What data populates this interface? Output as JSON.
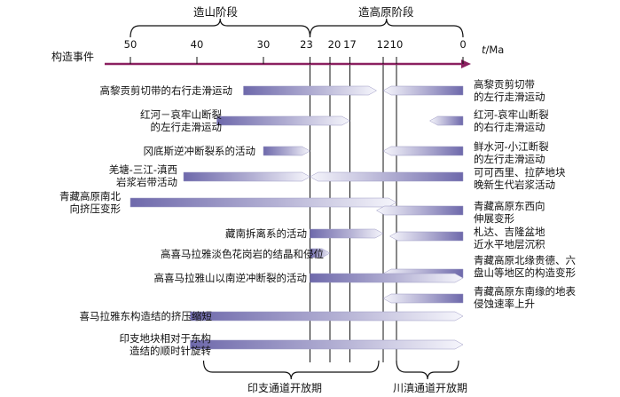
{
  "header": {
    "orogeny_stage": "造山阶段",
    "plateau_stage": "造高原阶段",
    "axis_label": "构造事件",
    "unit_var": "t",
    "unit_rest": "/Ma"
  },
  "ticks": [
    "50",
    "40",
    "30",
    "23",
    "20",
    "17",
    "12",
    "10",
    "0"
  ],
  "left_events": [
    [
      "高黎贡剪切带的右行走滑运动"
    ],
    [
      "红河－哀牢山断裂",
      "的左行走滑运动"
    ],
    [
      "冈底斯逆冲断裂系的活动"
    ],
    [
      "羌塘-三江-滇西",
      "岩浆岩带活动"
    ],
    [
      "青藏高原南北",
      "向挤压变形"
    ],
    [
      "藏南拆离系的活动"
    ],
    [
      "高喜马拉雅淡色花岗岩的结晶和侵位"
    ],
    [
      "高喜马拉雅山以南逆冲断裂的活动"
    ],
    [
      "喜马拉雅东构造结的挤压缩短"
    ],
    [
      "印支地块相对于东构",
      "造结的顺时针旋转"
    ]
  ],
  "right_events": [
    [
      "高黎贡剪切带",
      "的左行走滑运动"
    ],
    [
      "红河-哀牢山断裂",
      "的右行走滑运动"
    ],
    [
      "鲜水河-小江断裂",
      "的左行走滑运动"
    ],
    [
      "可可西里、拉萨地块",
      "晚新生代岩浆活动"
    ],
    [
      "青藏高原东西向",
      "伸展变形"
    ],
    [
      "札达、吉隆盆地",
      "近水平地层沉积"
    ],
    [
      "青藏高原北缘贵德、六",
      "盘山等地区的构造变形"
    ],
    [
      "青藏高原东南缘的地表",
      "侵蚀速率上升"
    ]
  ],
  "footer": {
    "indochina_channel": "印支通道开放期",
    "sichuan_channel": "川滇通道开放期"
  },
  "chart_data": {
    "type": "timeline",
    "x_unit": "Ma",
    "x_range": [
      52,
      0
    ],
    "stages": [
      {
        "name": "造山阶段",
        "from": 50,
        "to": 23
      },
      {
        "name": "造高原阶段",
        "from": 23,
        "to": 0
      }
    ],
    "channels": [
      {
        "name": "印支通道开放期",
        "from": 41,
        "to": 12
      },
      {
        "name": "川滇通道开放期",
        "from": 12,
        "to": 0
      }
    ],
    "events": [
      {
        "row": 0,
        "side": "left",
        "label": "高黎贡剪切带的右行走滑运动",
        "from": 33,
        "to": 13
      },
      {
        "row": 0,
        "side": "right",
        "label": "高黎贡剪切带的左行走滑运动",
        "from": 12,
        "to": 0
      },
      {
        "row": 1,
        "side": "left",
        "label": "红河－哀牢山断裂的左行走滑运动",
        "from": 37,
        "to": 17
      },
      {
        "row": 1,
        "side": "right",
        "label": "红河-哀牢山断裂的右行走滑运动",
        "from": 5,
        "to": 0
      },
      {
        "row": 2,
        "side": "left",
        "label": "冈底斯逆冲断裂系的活动",
        "from": 30,
        "to": 23
      },
      {
        "row": 2,
        "side": "right",
        "label": "鲜水河-小江断裂的左行走滑运动",
        "from": 12,
        "to": 0
      },
      {
        "row": 3,
        "side": "left",
        "label": "羌塘-三江-滇西岩浆岩带活动",
        "from": 42,
        "to": 23
      },
      {
        "row": 3,
        "side": "right",
        "label": "可可西里、拉萨地块晚新生代岩浆活动",
        "from": 23,
        "to": 0
      },
      {
        "row": 4,
        "side": "left",
        "label": "青藏高原南北向挤压变形",
        "from": 50,
        "to": 10
      },
      {
        "row": 4,
        "side": "right",
        "label": "青藏高原东西向伸展变形",
        "from": 13,
        "to": 0
      },
      {
        "row": 5,
        "side": "left",
        "label": "藏南拆离系的活动",
        "from": 23,
        "to": 12
      },
      {
        "row": 5,
        "side": "right",
        "label": "札达、吉隆盆地近水平地层沉积",
        "from": 11,
        "to": 0
      },
      {
        "row": 6,
        "side": "left",
        "label": "高喜马拉雅淡色花岗岩的结晶和侵位",
        "from": 23,
        "to": 20
      },
      {
        "row": 6,
        "side": "right",
        "label": "青藏高原北缘贵德、六盘山等地区的构造变形",
        "from": 12,
        "to": 0
      },
      {
        "row": 7,
        "side": "left",
        "label": "高喜马拉雅山以南逆冲断裂的活动",
        "from": 23,
        "to": 0
      },
      {
        "row": 7,
        "side": "right",
        "label": "青藏高原东南缘的地表侵蚀速率上升",
        "from": 12,
        "to": 0
      },
      {
        "row": 8,
        "side": "left",
        "label": "喜马拉雅东构造结的挤压缩短",
        "from": 41,
        "to": 0
      },
      {
        "row": 9,
        "side": "left",
        "label": "印支地块相对于东构造结的顺时针旋转",
        "from": 41,
        "to": 0
      }
    ],
    "colors": {
      "bar_dark": "#6b66a8",
      "bar_light": "#f4f4fb",
      "axis": "#8b2060"
    }
  }
}
